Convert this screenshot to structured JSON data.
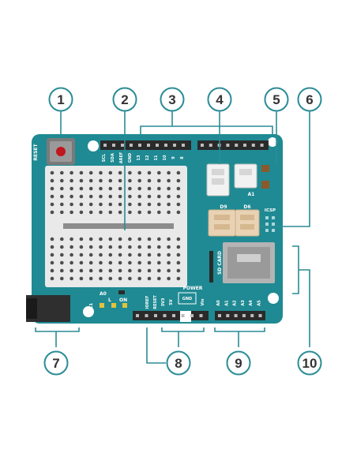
{
  "diagram": {
    "colors": {
      "board": "#1f8a93",
      "board_edge": "#15737b",
      "callout": "#2b8c95",
      "header": "#2a2a2a",
      "breadboard": "#e9e9e9",
      "breadboard_hole": "#4d4d4d",
      "connector_white": "#f2f2f2",
      "connector_tan": "#e9d2b4",
      "reset_button": "#c0161d",
      "silkscreen": "#ffffff"
    },
    "callouts": [
      "1",
      "2",
      "3",
      "4",
      "5",
      "6",
      "7",
      "8",
      "9",
      "10"
    ],
    "board_labels": {
      "reset": "RESET",
      "a1": "A1",
      "d9": "D9",
      "d6": "D6",
      "icsp": "ICSP",
      "sd_card": "SD CARD",
      "power": "POWER",
      "gnd": "GND",
      "a0_led": "A0",
      "l_led": "L",
      "on_led": "ON",
      "d11": "D11",
      "ioref": "IOREF",
      "reset_pin": "RESET",
      "v33": "3V3",
      "v5": "5V",
      "vin": "Vin"
    },
    "top_pins": [
      "SCL",
      "SDA",
      "AREF",
      "GND",
      "13",
      "12",
      "11",
      "10",
      "9",
      "8"
    ],
    "analog_pins": [
      "A0",
      "A1",
      "A2",
      "A3",
      "A4",
      "A5"
    ]
  }
}
